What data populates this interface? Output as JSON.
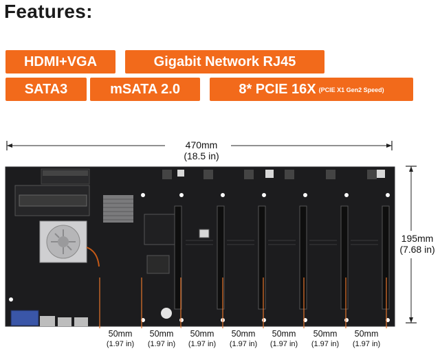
{
  "heading": "Features:",
  "tags": [
    {
      "label": "HDMI+VGA",
      "sub": ""
    },
    {
      "label": "Gigabit Network RJ45",
      "sub": ""
    },
    {
      "label": "SATA3",
      "sub": ""
    },
    {
      "label": "mSATA 2.0",
      "sub": ""
    },
    {
      "label": "8* PCIE 16X",
      "sub": "(PCIE X1 Gen2 Speed)"
    }
  ],
  "dimensions": {
    "width_mm": "470mm",
    "width_in": "(18.5 in)",
    "height_mm": "195mm",
    "height_in": "(7.68 in)",
    "slot_spacing": [
      {
        "mm": "50mm",
        "in": "(1.97 in)"
      },
      {
        "mm": "50mm",
        "in": "(1.97 in)"
      },
      {
        "mm": "50mm",
        "in": "(1.97 in)"
      },
      {
        "mm": "50mm",
        "in": "(1.97 in)"
      },
      {
        "mm": "50mm",
        "in": "(1.97 in)"
      },
      {
        "mm": "50mm",
        "in": "(1.97 in)"
      },
      {
        "mm": "50mm",
        "in": "(1.97 in)"
      }
    ]
  },
  "colors": {
    "accent": "#f26a1b",
    "board": "#1c1c1e",
    "dimension_line": "#e8762c"
  },
  "icons": [
    "heatsink-fan",
    "vga-port",
    "pcie-slot",
    "mounting-hole"
  ]
}
